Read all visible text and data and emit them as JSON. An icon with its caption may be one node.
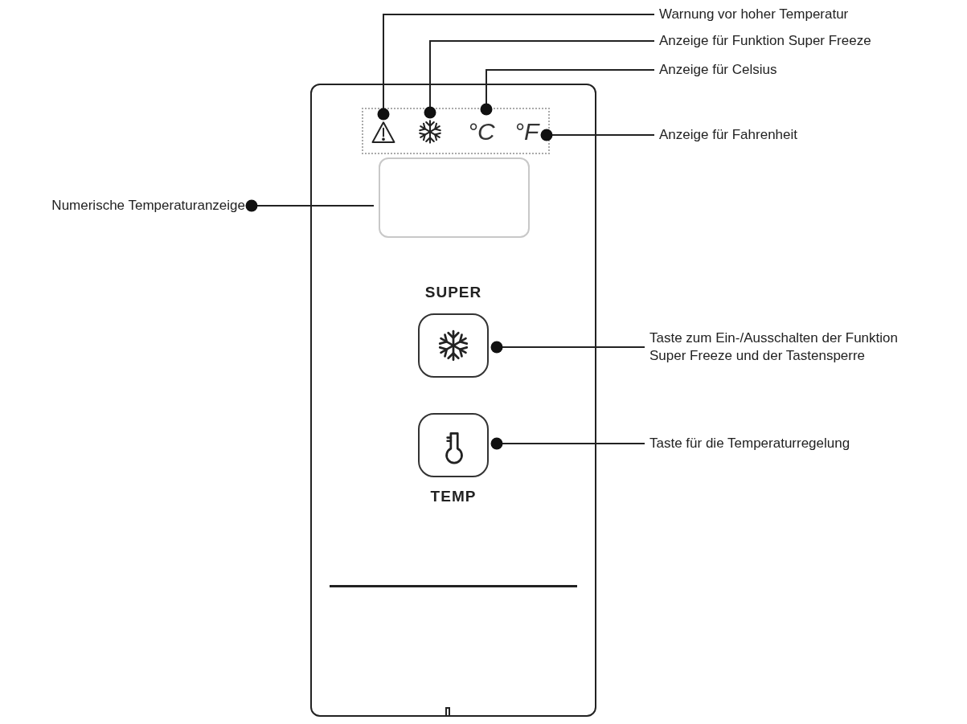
{
  "diagram": {
    "nodes": [
      {
        "text": [
          "Warnung vor hoher Temperatur"
        ]
      },
      {
        "text": [
          "Anzeige für Funktion Super Freeze"
        ]
      },
      {
        "text": [
          "Anzeige für Celsius"
        ]
      },
      {
        "text": [],
        "shape": "box"
      },
      {
        "text": [],
        "shape": "triangle",
        "in": 3
      },
      {
        "text": [],
        "shape": "snowflake",
        "in": 3
      },
      {
        "text": [
          "°C"
        ],
        "in": 3
      },
      {
        "text": [
          "°F"
        ],
        "in": 3
      },
      {
        "text": [
          "Anzeige für Fahrenheit"
        ]
      },
      {
        "text": [
          "Numerische Temperaturanzeige"
        ]
      },
      {
        "text": [],
        "shape": "box",
        "in": 3
      },
      {
        "text": [
          "SUPER"
        ],
        "in": 3
      },
      {
        "text": [
          "Taste zum Ein-/Ausschalten der Funktion Super Freeze und der Tastensperre"
        ]
      },
      {
        "text": [
          "TEMP"
        ],
        "in": 3
      },
      {
        "text": [
          "Taste für die Temperaturregelung"
        ]
      }
    ],
    "edges": [
      {
        "from": 0,
        "to": 4,
        "arrow": "other"
      },
      {
        "from": 1,
        "to": 5,
        "arrow": "other"
      },
      {
        "from": 2,
        "to": 6,
        "arrow": "other"
      },
      {
        "from": 8,
        "to": 7,
        "arrow": "other"
      },
      {
        "from": 10,
        "to": 9,
        "arrow": "other"
      },
      {
        "from": 12,
        "to": 11,
        "arrow": "other"
      },
      {
        "from": 14,
        "to": 13,
        "arrow": "other"
      }
    ]
  }
}
